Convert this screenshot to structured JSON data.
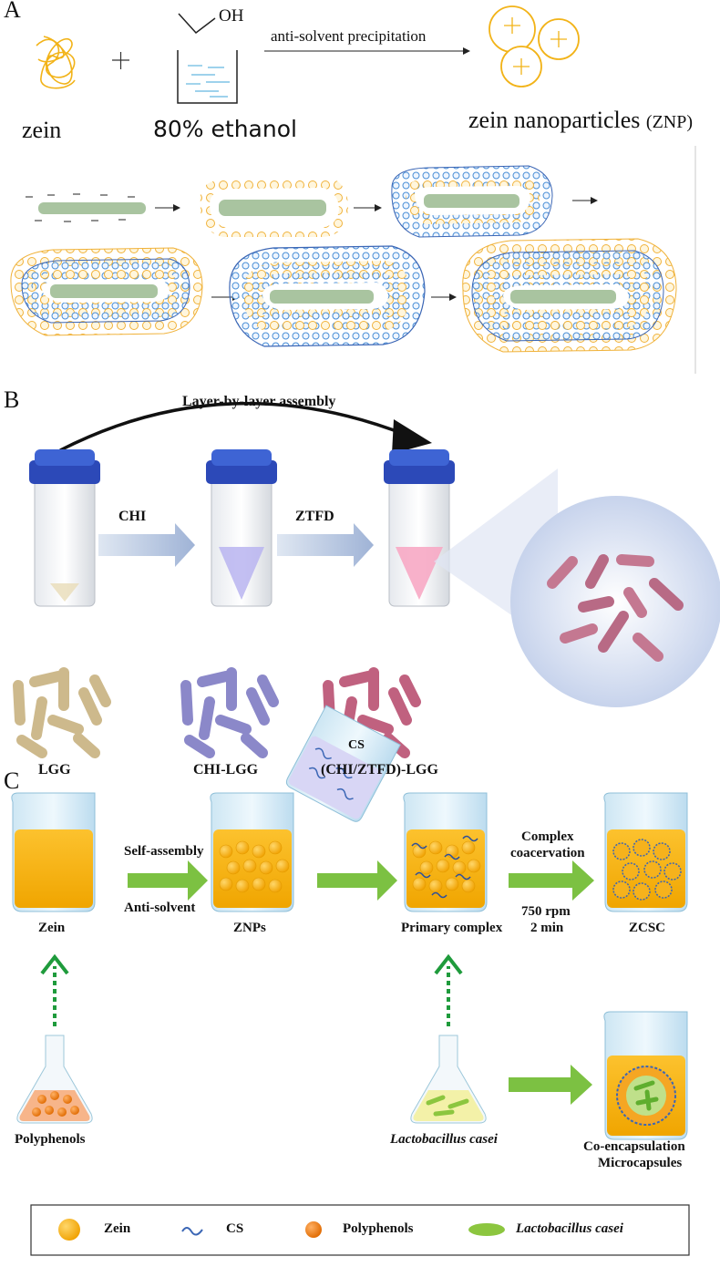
{
  "panel_a": {
    "label": "A",
    "zein": "zein",
    "plus": "+",
    "oh": "OH",
    "ethanol": "80% ethanol",
    "process": "anti-solvent precipitation",
    "product": "zein nanoparticles",
    "product_abbr": "(ZNP)"
  },
  "panel_b": {
    "label": "B",
    "assembly": "Layer-by-layer assembly",
    "step1": "CHI",
    "step2": "ZTFD",
    "cell1": "LGG",
    "cell2": "CHI-LGG",
    "cell3": "(CHI/ZTFD)-LGG"
  },
  "panel_c": {
    "label": "C",
    "cs": "CS",
    "self_assembly": "Self-assembly",
    "anti_solvent": "Anti-solvent",
    "complex_1": "Complex",
    "complex_2": "coacervation",
    "rpm": "750 rpm",
    "time": "2 min",
    "zein": "Zein",
    "znps": "ZNPs",
    "primary": "Primary complex",
    "zcsc": "ZCSC",
    "polyphenols": "Polyphenols",
    "lacto": "Lactobacillus casei",
    "coenc_1": "Co-encapsulation",
    "coenc_2": "Microcapsules"
  },
  "legend": {
    "zein": "Zein",
    "cs": "CS",
    "polyphenols": "Polyphenols",
    "lacto": "Lactobacillus casei"
  },
  "colors": {
    "zein_yellow": "#f7b500",
    "particle_ring": "#f0b23a",
    "rod_green": "#a9c4a0",
    "cs_blue": "#3b66b5",
    "arrow_green": "#7cc142",
    "cap_blue": "#2c49b8",
    "polyphenol_orange": "#f08a1c"
  }
}
